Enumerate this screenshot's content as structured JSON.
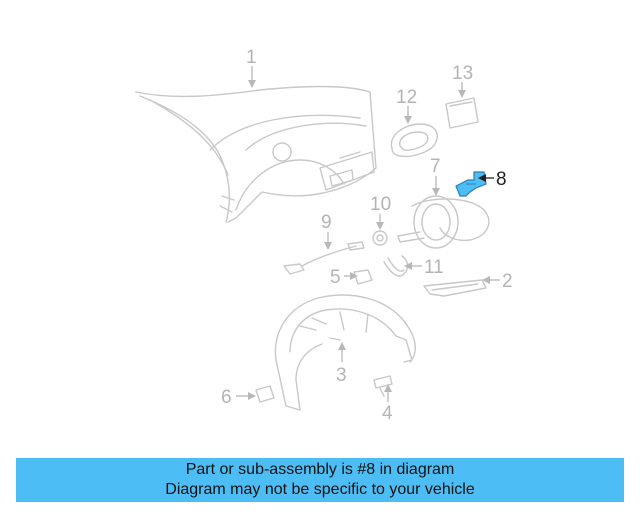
{
  "diagram": {
    "callouts": {
      "c1": "1",
      "c2": "2",
      "c3": "3",
      "c4": "4",
      "c5": "5",
      "c6": "6",
      "c7": "7",
      "c8": "8",
      "c9": "9",
      "c10": "10",
      "c11": "11",
      "c12": "12",
      "c13": "13"
    },
    "highlighted_part": "8",
    "highlight_color": "#4dbef5",
    "line_color": "#c8c8c8"
  },
  "banner": {
    "line1": "Part or sub-assembly is #8 in diagram",
    "line2": "Diagram may not be specific to your vehicle",
    "background": "#4dbef5"
  }
}
